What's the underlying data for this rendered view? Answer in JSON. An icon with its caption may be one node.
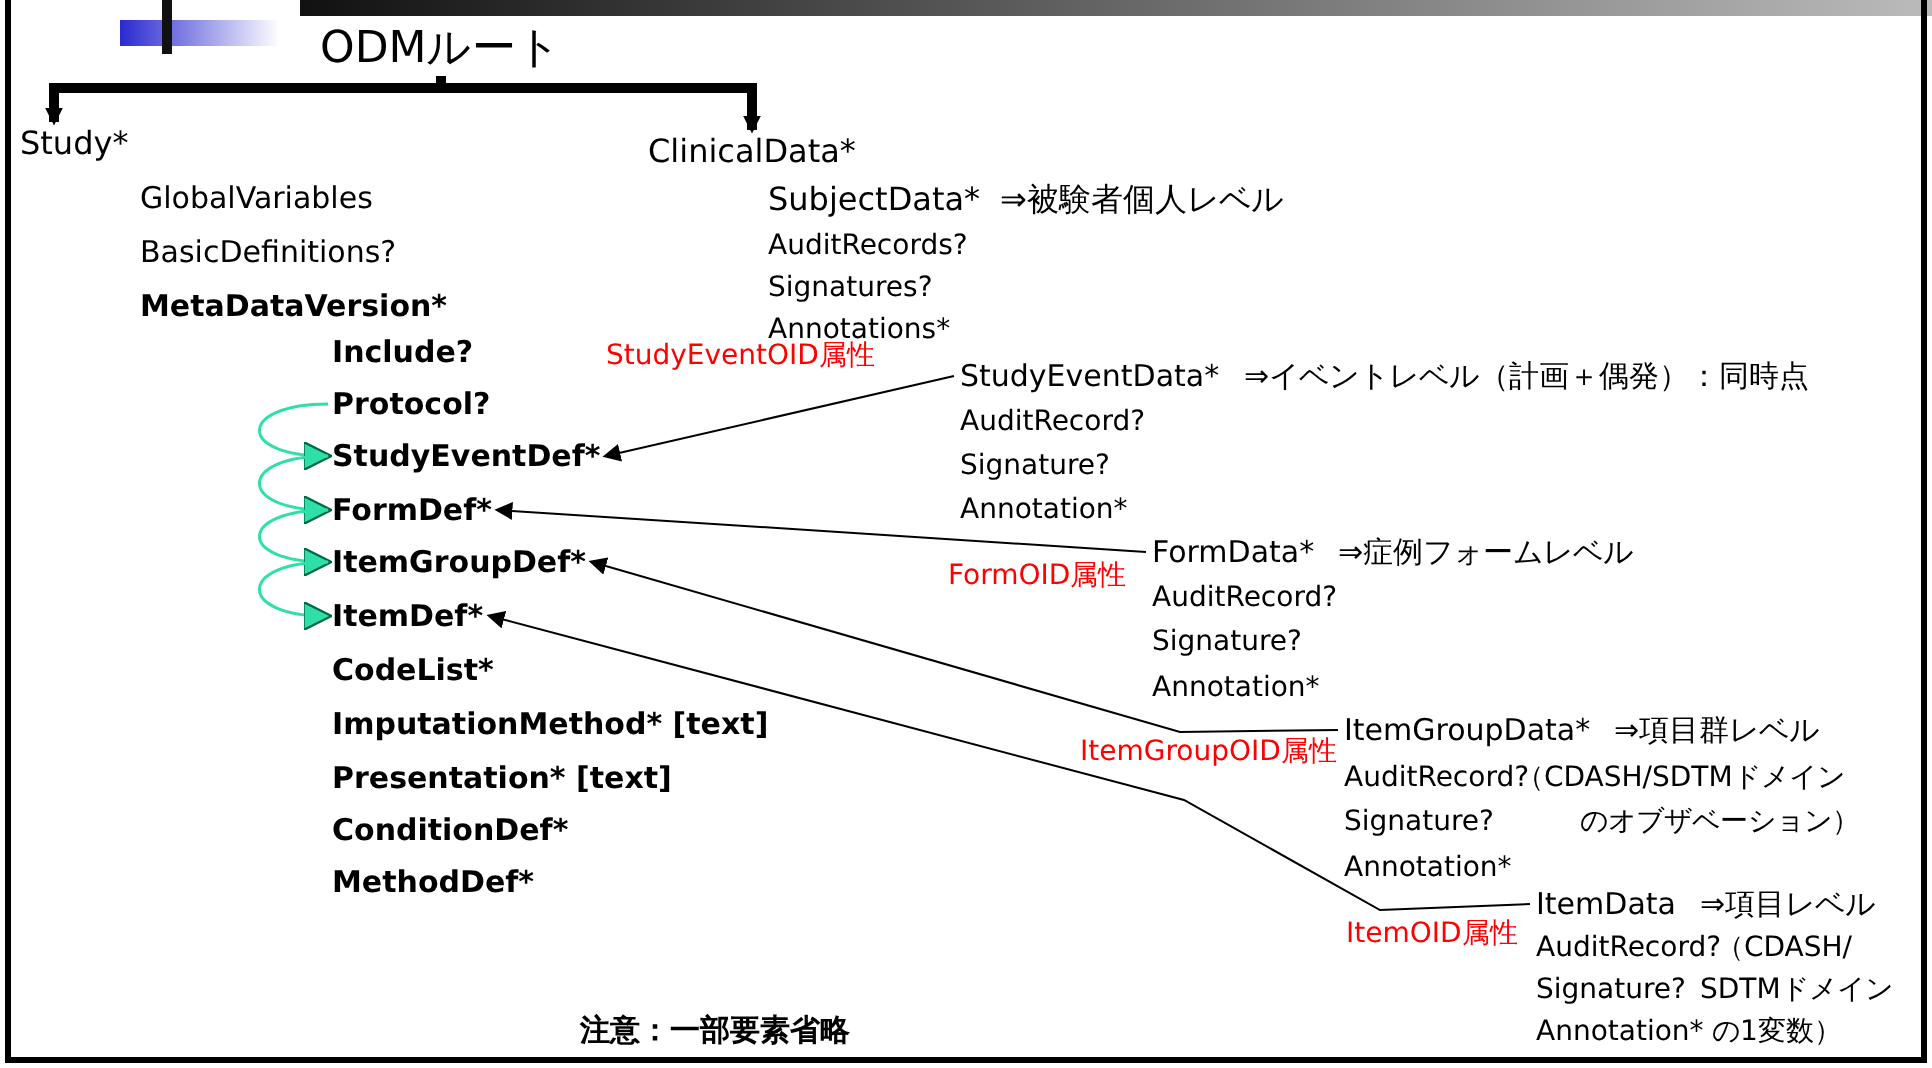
{
  "diagram": {
    "nodes": [
      {
        "text": [
          "ODMルート"
        ]
      },
      {
        "text": [
          "Study*"
        ]
      },
      {
        "text": [
          "ClinicalData*"
        ]
      },
      {
        "text": [
          "Protocol?"
        ]
      },
      {
        "text": [
          "StudyEventDef*"
        ]
      },
      {
        "text": [
          "FormDef*"
        ]
      },
      {
        "text": [
          "ItemGroupDef*"
        ]
      },
      {
        "text": [
          "ItemDef*"
        ]
      },
      {
        "text": [
          "StudyEventData*"
        ],
        "beside": [
          "⇒イベントレベル（計画＋偶発）：同時点"
        ]
      },
      {
        "text": [
          "FormData*"
        ],
        "beside": [
          "⇒症例フォームレベル"
        ]
      },
      {
        "text": [
          "ItemGroupData*"
        ],
        "beside": [
          "⇒項目群レベル"
        ]
      },
      {
        "text": [
          "ItemData"
        ],
        "beside": [
          "⇒項目レベル"
        ]
      }
    ],
    "edges": [
      {
        "from": 0,
        "to": 1,
        "arrow": "to",
        "style": "thick"
      },
      {
        "from": 0,
        "to": 2,
        "arrow": "to",
        "style": "thick"
      },
      {
        "from": 8,
        "to": 4,
        "arrow": "to",
        "label": "StudyEventOID属性"
      },
      {
        "from": 9,
        "to": 5,
        "arrow": "to",
        "label": "FormOID属性"
      },
      {
        "from": 10,
        "to": 6,
        "arrow": "to",
        "label": "ItemGroupOID属性"
      },
      {
        "from": 11,
        "to": 7,
        "arrow": "to",
        "label": "ItemOID属性"
      },
      {
        "from": 3,
        "to": 4,
        "arrow": "to",
        "color": "#2ee0a8"
      },
      {
        "from": 4,
        "to": 5,
        "arrow": "to",
        "color": "#2ee0a8"
      },
      {
        "from": 5,
        "to": 6,
        "arrow": "to",
        "color": "#2ee0a8"
      },
      {
        "from": 6,
        "to": 7,
        "arrow": "to",
        "color": "#2ee0a8"
      }
    ],
    "labels": [
      "GlobalVariables",
      "SubjectData*",
      "⇒被験者個人レベル",
      "AuditRecords?",
      "BasicDefinitions?",
      "Signatures?",
      "MetaDataVersion*",
      "Annotations*",
      "Include?",
      "AuditRecord?",
      "Signature?",
      "Annotation*",
      "AuditRecord?",
      "Signature?",
      "Annotation*",
      "CodeList*",
      "ImputationMethod* [text]",
      "AuditRecord?",
      "（CDASH/SDTMドメイン",
      "Presentation* [text]",
      "Signature?",
      "のオブザベーション）",
      "ConditionDef*",
      "Annotation*",
      "MethodDef*",
      "AuditRecord?",
      "（CDASH/",
      "Signature?",
      "SDTMドメイン",
      "注意：一部要素省略",
      "Annotation*",
      "の1変数）"
    ]
  }
}
